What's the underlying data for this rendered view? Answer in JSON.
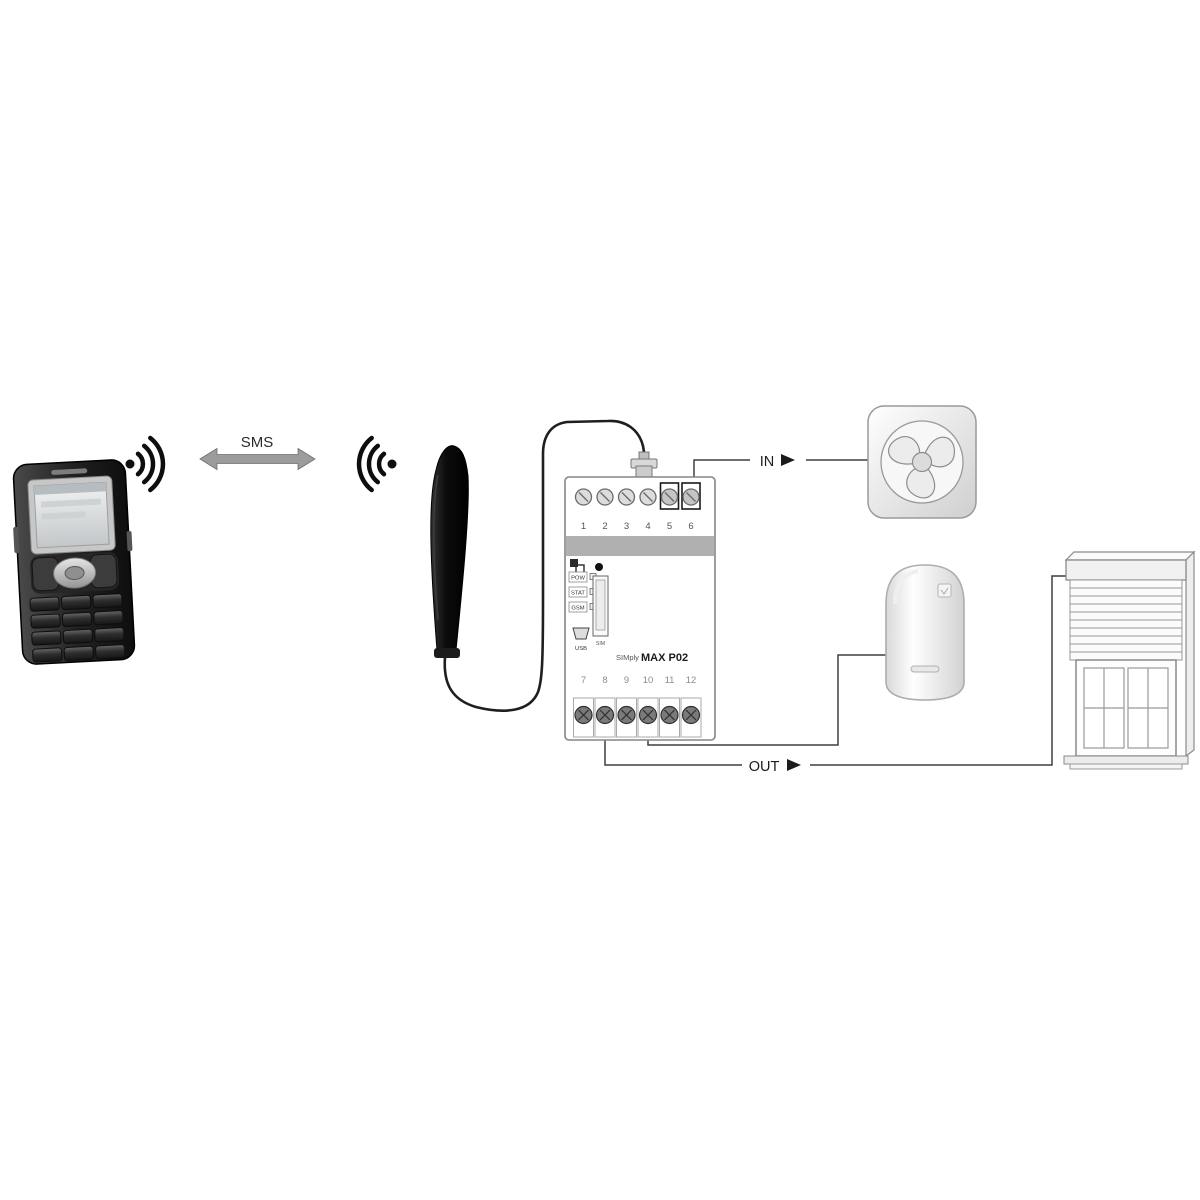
{
  "diagram": {
    "sms_label": "SMS",
    "in_label": "IN",
    "out_label": "OUT"
  },
  "module": {
    "brand": "SIMply",
    "model": "MAX P02",
    "top_terminals": [
      "1",
      "2",
      "3",
      "4",
      "5",
      "6"
    ],
    "bottom_terminals": [
      "7",
      "8",
      "9",
      "10",
      "11",
      "12"
    ],
    "led_labels": [
      "POW",
      "STAT",
      "GSM"
    ],
    "usb_label": "USB",
    "sim_label": "SIM"
  }
}
